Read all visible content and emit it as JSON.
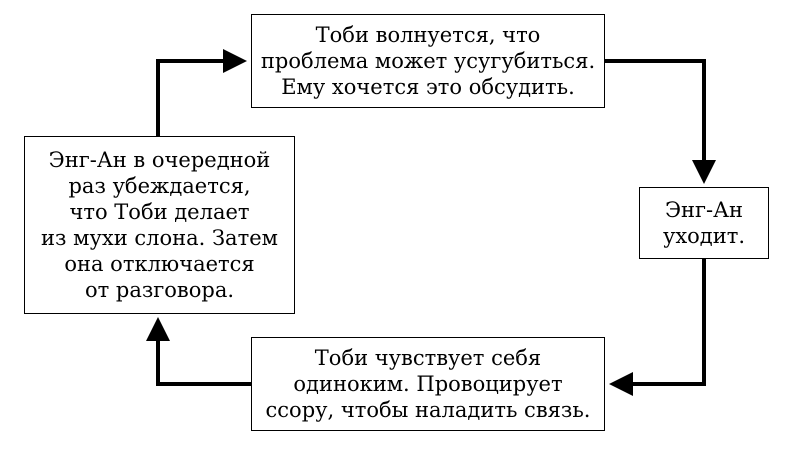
{
  "diagram": {
    "nodes": {
      "top": "Тоби волнуется, что\nпроблема может усугубиться.\nЕму хочется это обсудить.",
      "right": "Энг-Ан\nуходит.",
      "bottom": "Тоби чувствует себя\nодиноким. Провоцирует\nссору, чтобы наладить связь.",
      "left": "Энг-Ан в очередной\nраз убеждается,\nчто Тоби делает\nиз мухи слона. Затем\nона отключается\nот разговора."
    },
    "edges": [
      {
        "from": "top",
        "to": "right"
      },
      {
        "from": "right",
        "to": "bottom"
      },
      {
        "from": "bottom",
        "to": "left"
      },
      {
        "from": "left",
        "to": "top"
      }
    ],
    "arrow_color": "#000000"
  }
}
